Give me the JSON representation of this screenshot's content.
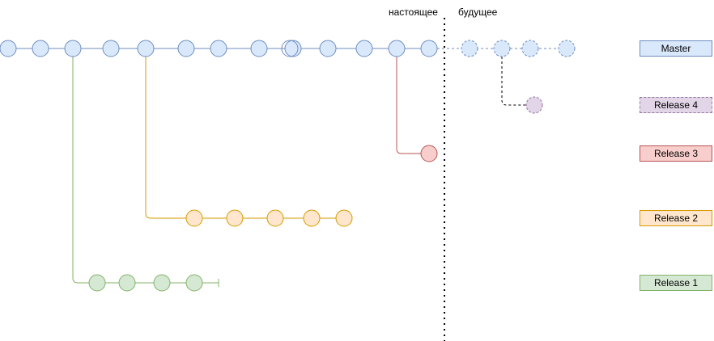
{
  "labels": {
    "present": "настоящее",
    "future": "будущее"
  },
  "branches": [
    {
      "name": "Master",
      "fill": "#dae8fc",
      "stroke": "#6c8ebf",
      "dashed": false
    },
    {
      "name": "Release 4",
      "fill": "#e1d5e7",
      "stroke": "#9673a6",
      "dashed": true
    },
    {
      "name": "Release 3",
      "fill": "#f8cecc",
      "stroke": "#b85450",
      "dashed": false
    },
    {
      "name": "Release 2",
      "fill": "#ffe6cc",
      "stroke": "#d79b00",
      "dashed": false
    },
    {
      "name": "Release 1",
      "fill": "#d5e8d4",
      "stroke": "#82b366",
      "dashed": false
    }
  ],
  "commit_counts": {
    "master_present": 13,
    "master_future": 4,
    "release4": 1,
    "release3": 1,
    "release2": 5,
    "release1": 4
  }
}
